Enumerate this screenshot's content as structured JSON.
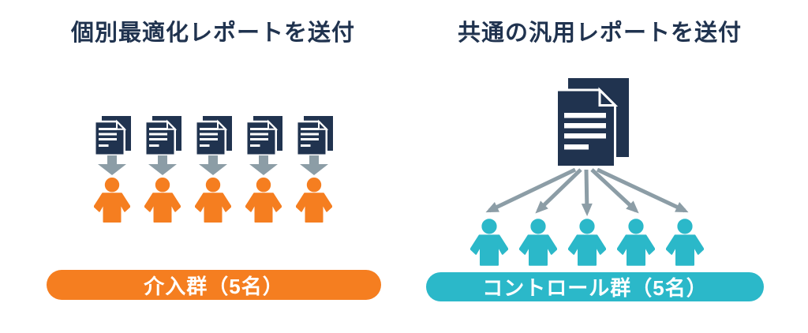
{
  "colors": {
    "navy": "#20334F",
    "orange": "#F57E20",
    "teal": "#2BB8C9",
    "arrow_gray": "#8C9DA6",
    "label_text": "#FFFFFF",
    "background": "#FFFFFF"
  },
  "left_panel": {
    "title": "個別最適化レポートを送付",
    "recipient_count": 5,
    "group_label": "介入群（5名）",
    "icons": {
      "document": "personalized-report-document-icon",
      "arrow": "down-arrow-icon",
      "person": "recipient-person-icon"
    }
  },
  "right_panel": {
    "title": "共通の汎用レポートを送付",
    "recipient_count": 5,
    "group_label": "コントロール群（5名）",
    "icons": {
      "document": "shared-report-document-icon",
      "arrow": "fan-out-arrow-icon",
      "person": "recipient-person-icon"
    }
  }
}
